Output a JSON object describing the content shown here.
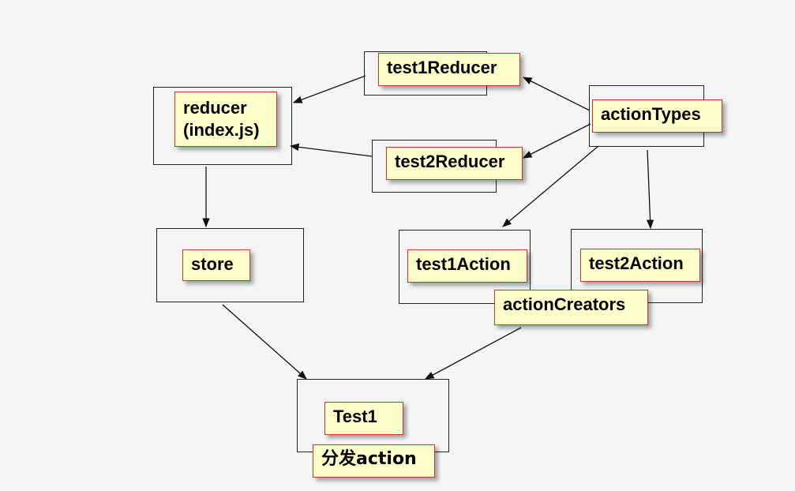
{
  "nodes": {
    "reducer_index": {
      "label_line1": "reducer",
      "label_line2": "(index.js)"
    },
    "test1_reducer": {
      "label": "test1Reducer"
    },
    "test2_reducer": {
      "label": "test2Reducer"
    },
    "action_types": {
      "label": "actionTypes"
    },
    "store": {
      "label": "store"
    },
    "test1_action": {
      "label": "test1Action"
    },
    "test2_action": {
      "label": "test2Action"
    },
    "action_creators": {
      "label": "actionCreators"
    },
    "test1_component": {
      "label": "Test1"
    },
    "dispatch_action": {
      "label": "分发action"
    }
  },
  "edges": [
    {
      "from": "test1Reducer",
      "to": "reducer (index.js)"
    },
    {
      "from": "test2Reducer",
      "to": "reducer (index.js)"
    },
    {
      "from": "actionTypes",
      "to": "test1Reducer"
    },
    {
      "from": "actionTypes",
      "to": "test2Reducer"
    },
    {
      "from": "actionTypes",
      "to": "test1Action"
    },
    {
      "from": "actionTypes",
      "to": "test2Action"
    },
    {
      "from": "reducer (index.js)",
      "to": "store"
    },
    {
      "from": "store",
      "to": "Test1"
    },
    {
      "from": "actionCreators",
      "to": "Test1"
    }
  ],
  "colors": {
    "label_fill": "#ffffcc",
    "label_border": "#c0392b",
    "box_border": "#222222",
    "edge": "#111111",
    "background": "#f5f5f5"
  }
}
